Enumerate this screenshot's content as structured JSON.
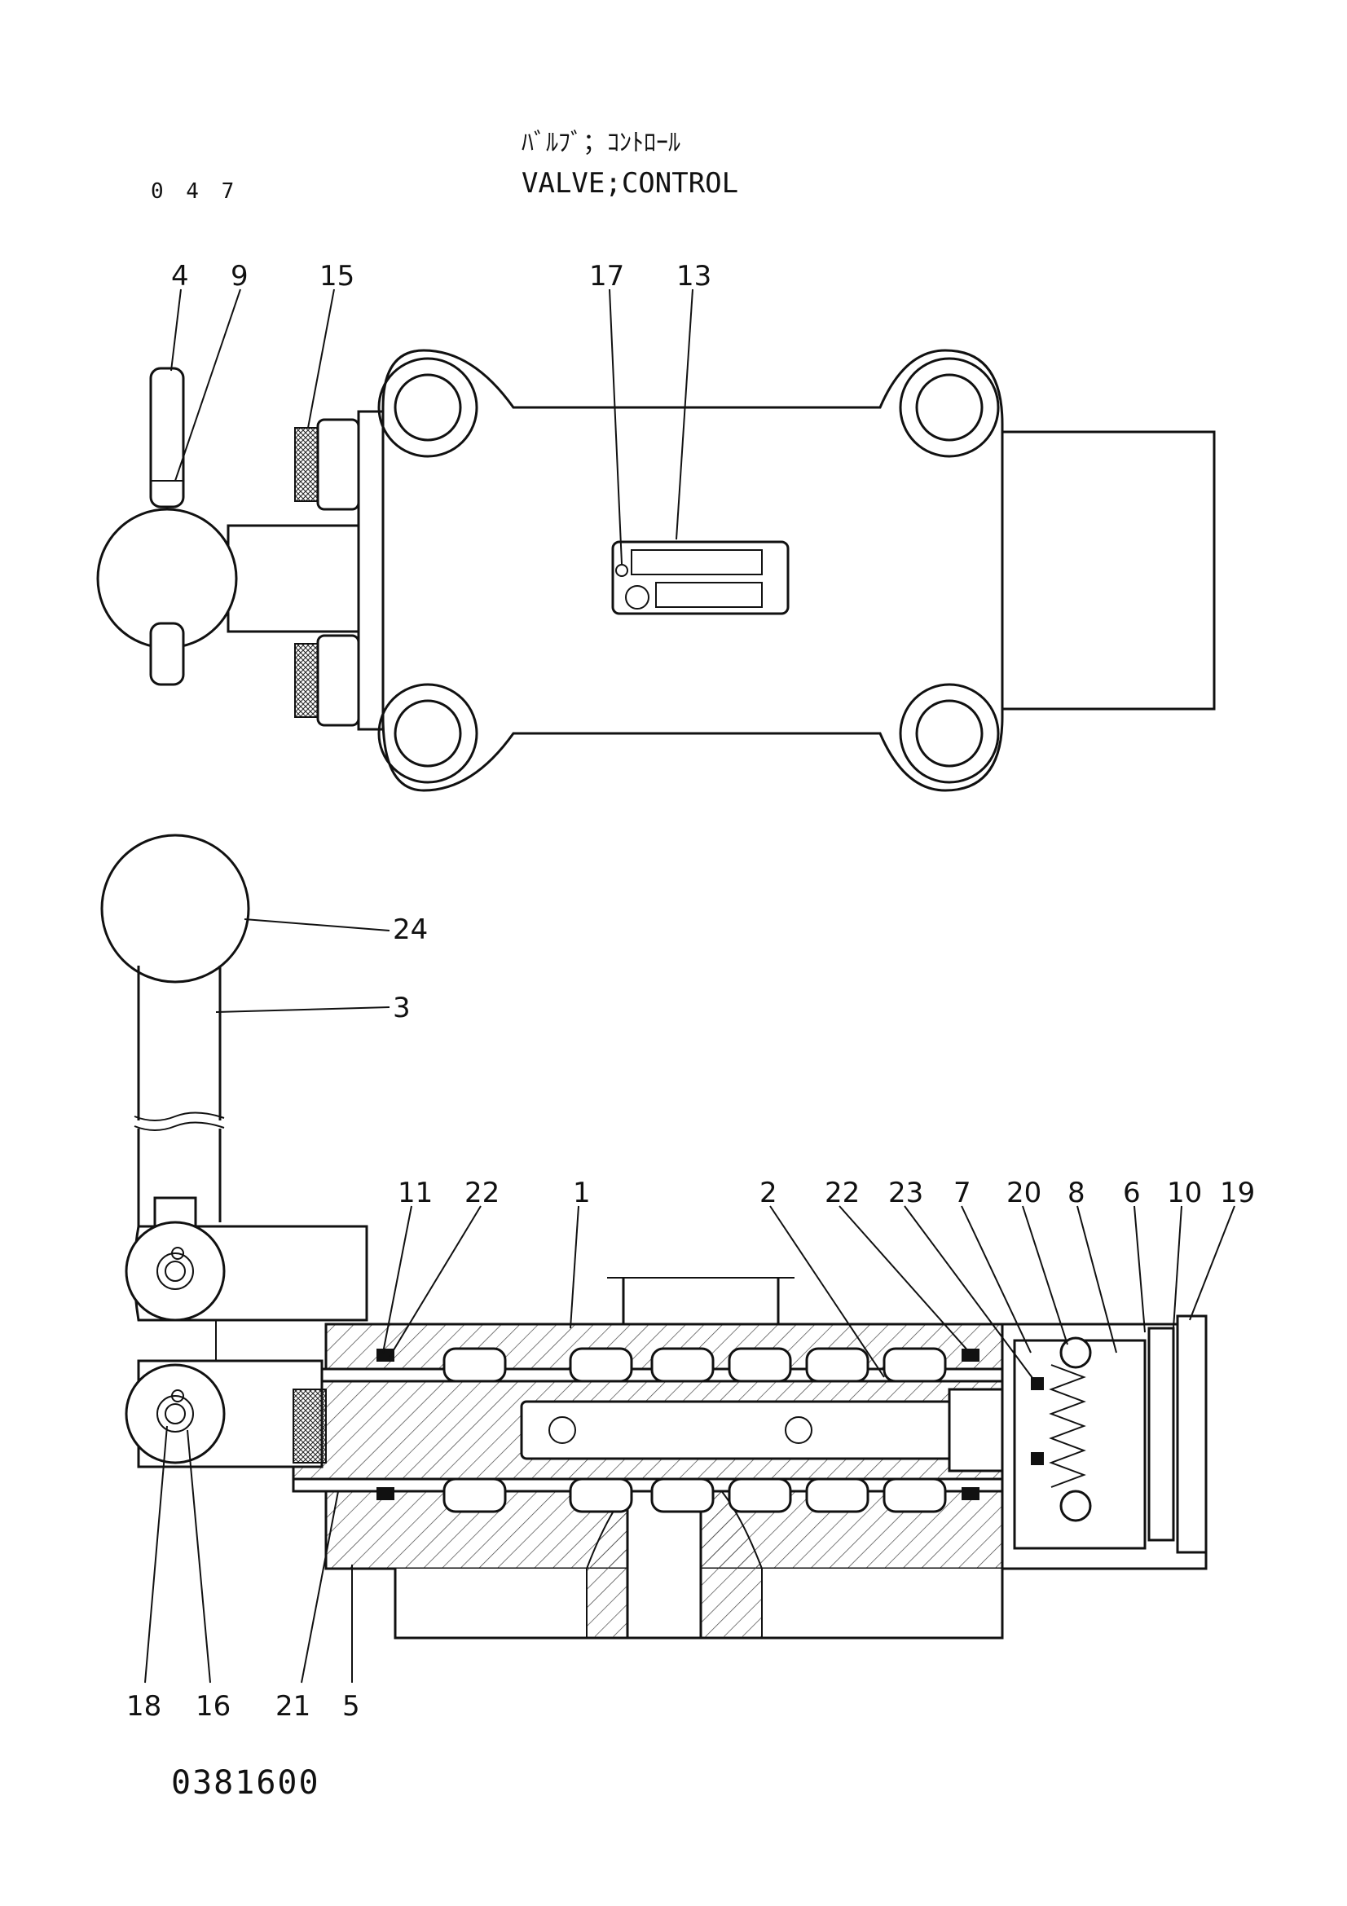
{
  "page_number": "0 4 7",
  "title_japanese": "ﾊﾞﾙﾌﾞ；ｺﾝﾄﾛｰﾙ",
  "title_english": "VALVE;CONTROL",
  "drawing_number": "0381600",
  "top_view_callouts": [
    "4",
    "9",
    "15",
    "17",
    "13"
  ],
  "lever_callouts": [
    "24",
    "3"
  ],
  "section_top_callouts": [
    "11",
    "22",
    "1",
    "2",
    "22",
    "23",
    "7",
    "20",
    "8",
    "6",
    "10",
    "19"
  ],
  "section_bottom_callouts": [
    "18",
    "16",
    "21",
    "5"
  ],
  "colors": {
    "ink": "#111111",
    "paper": "#ffffff"
  }
}
